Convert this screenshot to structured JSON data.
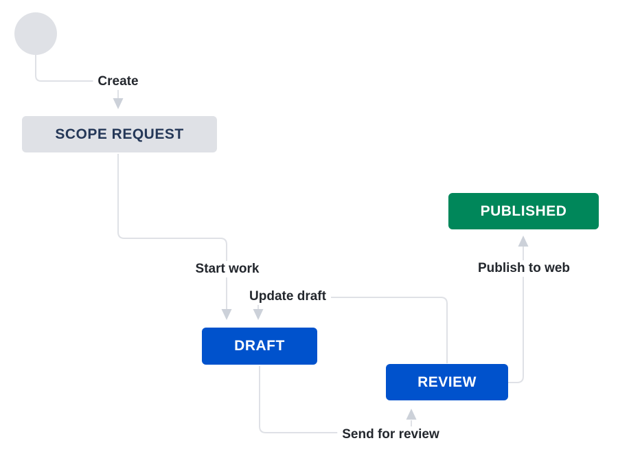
{
  "diagram": {
    "type": "workflow-state-diagram",
    "start_node": {
      "shape": "circle",
      "color": "#dfe1e6"
    },
    "statuses": [
      {
        "id": "scope-request",
        "label": "SCOPE REQUEST",
        "color": "#dfe1e6",
        "text_color": "#253858"
      },
      {
        "id": "draft",
        "label": "DRAFT",
        "color": "#0052cc",
        "text_color": "#ffffff"
      },
      {
        "id": "review",
        "label": "REVIEW",
        "color": "#0052cc",
        "text_color": "#ffffff"
      },
      {
        "id": "published",
        "label": "PUBLISHED",
        "color": "#00875a",
        "text_color": "#ffffff"
      }
    ],
    "transitions": [
      {
        "label": "Create",
        "from": "start",
        "to": "scope-request"
      },
      {
        "label": "Start work",
        "from": "scope-request",
        "to": "draft"
      },
      {
        "label": "Update draft",
        "from": "review",
        "to": "draft"
      },
      {
        "label": "Send for review",
        "from": "draft",
        "to": "review"
      },
      {
        "label": "Publish to web",
        "from": "review",
        "to": "published"
      }
    ],
    "colors": {
      "canvas": "#ffffff",
      "line": "#dfe1e6",
      "arrowhead": "#ccd1d9",
      "transition_label_text": "#23272d"
    }
  }
}
